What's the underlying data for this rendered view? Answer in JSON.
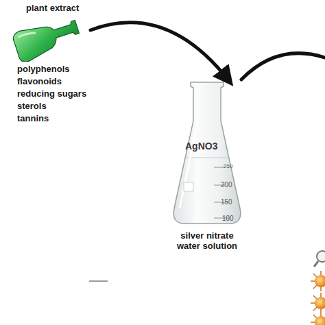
{
  "diagram": {
    "nodes": [
      {
        "text": [
          "plant extract",
          "polyphenols",
          "flavonoids",
          "reducing sugars",
          "sterols",
          "tannins"
        ]
      },
      {
        "text": [
          "AgNO3",
          "silver nitrate water solution"
        ]
      }
    ],
    "edges": [
      {
        "from": 0,
        "to": 1,
        "arrow": "to"
      }
    ],
    "labels": [
      "250",
      "200",
      "150",
      "100"
    ]
  }
}
